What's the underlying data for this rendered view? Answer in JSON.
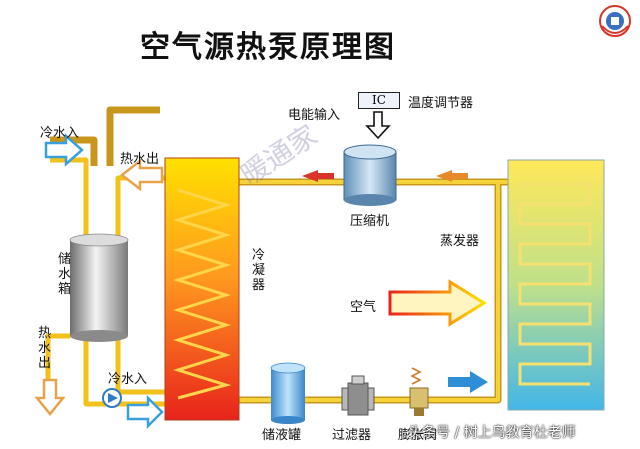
{
  "title": "空气源热泵原理图",
  "labels": {
    "cold_in_top": "冷水入",
    "hot_out_top": "热水出",
    "storage_tank": "储水箱",
    "hot_out_left": "热水出",
    "cold_in_bottom": "冷水入",
    "condenser": "冷凝器",
    "compressor": "压缩机",
    "power_input": "电能输入",
    "temp_controller": "温度调节器",
    "ic": "IC",
    "evaporator": "蒸发器",
    "air": "空气",
    "receiver": "储液罐",
    "filter": "过滤器",
    "expansion_valve": "膨胀阀"
  },
  "watermark": "暖通家",
  "footer": "头条号 / 树上鸟教育杜老师",
  "colors": {
    "pipe": "#f2c21b",
    "pipe_edge": "#c8961a",
    "water_blue": "#4aa6e0",
    "arrow_red": "#d8342a",
    "arrow_orange": "#e98a2a",
    "evaporator_top": "#ffe85a",
    "evaporator_bottom": "#43b6e8"
  }
}
